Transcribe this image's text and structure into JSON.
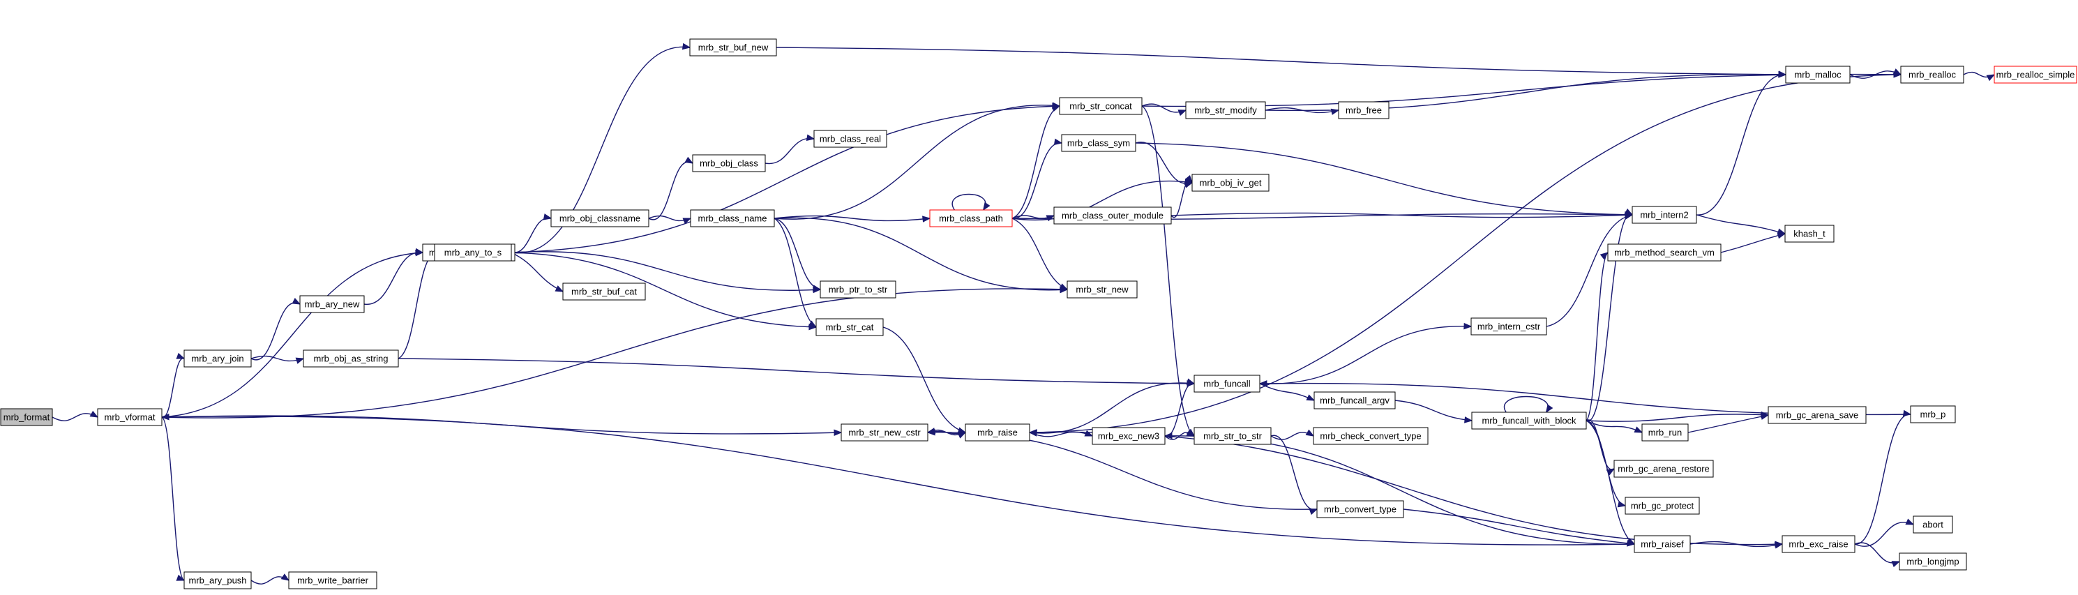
{
  "colors": {
    "edge": "#191970",
    "node_fill": "#ffffff",
    "node_border": "#000000",
    "root_fill": "#bfbfbf",
    "truncated_border": "#ff0000"
  },
  "nodes": [
    {
      "id": "mrb_format",
      "label": "mrb_format",
      "root": true
    },
    {
      "id": "mrb_vformat",
      "label": "mrb_vformat"
    },
    {
      "id": "mrb_ary_join",
      "label": "mrb_ary_join"
    },
    {
      "id": "mrb_ary_push",
      "label": "mrb_ary_push"
    },
    {
      "id": "mrb_ary_new",
      "label": "mrb_ary_new"
    },
    {
      "id": "mrb_ary_new_capa",
      "label": "mrb_ary_new_capa"
    },
    {
      "id": "mrb_obj_as_string",
      "label": "mrb_obj_as_string"
    },
    {
      "id": "mrb_write_barrier",
      "label": "mrb_write_barrier"
    },
    {
      "id": "mrb_str_buf_new",
      "label": "mrb_str_buf_new"
    },
    {
      "id": "mrb_any_to_s",
      "label": "mrb_any_to_s"
    },
    {
      "id": "mrb_obj_classname",
      "label": "mrb_obj_classname"
    },
    {
      "id": "mrb_obj_class",
      "label": "mrb_obj_class"
    },
    {
      "id": "mrb_class_real",
      "label": "mrb_class_real"
    },
    {
      "id": "mrb_class_name",
      "label": "mrb_class_name"
    },
    {
      "id": "mrb_str_buf_cat",
      "label": "mrb_str_buf_cat"
    },
    {
      "id": "mrb_ptr_to_str",
      "label": "mrb_ptr_to_str"
    },
    {
      "id": "mrb_str_cat",
      "label": "mrb_str_cat"
    },
    {
      "id": "mrb_str_new_cstr",
      "label": "mrb_str_new_cstr"
    },
    {
      "id": "mrb_raise",
      "label": "mrb_raise"
    },
    {
      "id": "mrb_str_concat",
      "label": "mrb_str_concat"
    },
    {
      "id": "mrb_class_path",
      "label": "mrb_class_path",
      "truncated": true
    },
    {
      "id": "mrb_class_sym",
      "label": "mrb_class_sym"
    },
    {
      "id": "mrb_class_outer_module",
      "label": "mrb_class_outer_module"
    },
    {
      "id": "mrb_str_new",
      "label": "mrb_str_new"
    },
    {
      "id": "mrb_exc_new3",
      "label": "mrb_exc_new3"
    },
    {
      "id": "mrb_str_modify",
      "label": "mrb_str_modify"
    },
    {
      "id": "mrb_free",
      "label": "mrb_free"
    },
    {
      "id": "mrb_obj_iv_get",
      "label": "mrb_obj_iv_get"
    },
    {
      "id": "mrb_funcall",
      "label": "mrb_funcall"
    },
    {
      "id": "mrb_funcall_argv",
      "label": "mrb_funcall_argv"
    },
    {
      "id": "mrb_str_to_str",
      "label": "mrb_str_to_str"
    },
    {
      "id": "mrb_convert_type",
      "label": "mrb_convert_type"
    },
    {
      "id": "mrb_check_convert_type",
      "label": "mrb_check_convert_type"
    },
    {
      "id": "mrb_intern_cstr",
      "label": "mrb_intern_cstr"
    },
    {
      "id": "mrb_intern2",
      "label": "mrb_intern2"
    },
    {
      "id": "mrb_method_search_vm",
      "label": "mrb_method_search_vm"
    },
    {
      "id": "mrb_funcall_with_block",
      "label": "mrb_funcall_with_block"
    },
    {
      "id": "mrb_run",
      "label": "mrb_run"
    },
    {
      "id": "mrb_gc_arena_restore",
      "label": "mrb_gc_arena_restore"
    },
    {
      "id": "mrb_gc_protect",
      "label": "mrb_gc_protect"
    },
    {
      "id": "mrb_raisef",
      "label": "mrb_raisef"
    },
    {
      "id": "mrb_malloc",
      "label": "mrb_malloc"
    },
    {
      "id": "khash_t",
      "label": "khash_t"
    },
    {
      "id": "mrb_gc_arena_save",
      "label": "mrb_gc_arena_save"
    },
    {
      "id": "mrb_exc_raise",
      "label": "mrb_exc_raise"
    },
    {
      "id": "mrb_realloc",
      "label": "mrb_realloc"
    },
    {
      "id": "mrb_p",
      "label": "mrb_p"
    },
    {
      "id": "abort",
      "label": "abort"
    },
    {
      "id": "mrb_longjmp",
      "label": "mrb_longjmp"
    },
    {
      "id": "mrb_realloc_simple",
      "label": "mrb_realloc_simple",
      "truncated": true
    }
  ],
  "edges": [
    [
      "mrb_format",
      "mrb_vformat"
    ],
    [
      "mrb_vformat",
      "mrb_ary_new_capa"
    ],
    [
      "mrb_vformat",
      "mrb_ary_join"
    ],
    [
      "mrb_vformat",
      "mrb_str_new"
    ],
    [
      "mrb_vformat",
      "mrb_str_new_cstr"
    ],
    [
      "mrb_vformat",
      "mrb_ary_push"
    ],
    [
      "mrb_ary_join",
      "mrb_ary_new"
    ],
    [
      "mrb_ary_join",
      "mrb_obj_as_string"
    ],
    [
      "mrb_ary_new",
      "mrb_ary_new_capa"
    ],
    [
      "mrb_ary_push",
      "mrb_write_barrier"
    ],
    [
      "mrb_obj_as_string",
      "mrb_any_to_s"
    ],
    [
      "mrb_obj_as_string",
      "mrb_funcall"
    ],
    [
      "mrb_any_to_s",
      "mrb_str_buf_new"
    ],
    [
      "mrb_any_to_s",
      "mrb_str_concat"
    ],
    [
      "mrb_any_to_s",
      "mrb_obj_classname"
    ],
    [
      "mrb_any_to_s",
      "mrb_str_buf_cat"
    ],
    [
      "mrb_any_to_s",
      "mrb_ptr_to_str"
    ],
    [
      "mrb_any_to_s",
      "mrb_str_cat"
    ],
    [
      "mrb_obj_classname",
      "mrb_obj_class"
    ],
    [
      "mrb_obj_classname",
      "mrb_class_name"
    ],
    [
      "mrb_obj_class",
      "mrb_class_real"
    ],
    [
      "mrb_class_name",
      "mrb_str_concat"
    ],
    [
      "mrb_class_name",
      "mrb_class_path"
    ],
    [
      "mrb_class_name",
      "mrb_ptr_to_str"
    ],
    [
      "mrb_class_name",
      "mrb_str_cat"
    ],
    [
      "mrb_class_name",
      "mrb_str_new"
    ],
    [
      "mrb_str_buf_new",
      "mrb_malloc"
    ],
    [
      "mrb_str_cat",
      "mrb_raise"
    ],
    [
      "mrb_str_new_cstr",
      "mrb_raise"
    ],
    [
      "mrb_raise",
      "mrb_str_new_cstr"
    ],
    [
      "mrb_raise",
      "mrb_exc_new3"
    ],
    [
      "mrb_raise",
      "mrb_exc_raise"
    ],
    [
      "mrb_exc_new3",
      "mrb_funcall"
    ],
    [
      "mrb_exc_new3",
      "mrb_str_to_str"
    ],
    [
      "mrb_str_concat",
      "mrb_str_modify"
    ],
    [
      "mrb_str_concat",
      "mrb_realloc"
    ],
    [
      "mrb_str_concat",
      "mrb_str_to_str"
    ],
    [
      "mrb_str_modify",
      "mrb_free"
    ],
    [
      "mrb_str_modify",
      "mrb_malloc"
    ],
    [
      "mrb_class_path",
      "mrb_class_path"
    ],
    [
      "mrb_class_path",
      "mrb_str_concat"
    ],
    [
      "mrb_class_path",
      "mrb_class_sym"
    ],
    [
      "mrb_class_path",
      "mrb_obj_iv_get"
    ],
    [
      "mrb_class_path",
      "mrb_class_outer_module"
    ],
    [
      "mrb_class_path",
      "mrb_intern2"
    ],
    [
      "mrb_class_path",
      "mrb_str_new"
    ],
    [
      "mrb_class_sym",
      "mrb_obj_iv_get"
    ],
    [
      "mrb_class_sym",
      "mrb_intern2"
    ],
    [
      "mrb_class_outer_module",
      "mrb_obj_iv_get"
    ],
    [
      "mrb_class_outer_module",
      "mrb_intern2"
    ],
    [
      "mrb_funcall",
      "mrb_intern_cstr"
    ],
    [
      "mrb_funcall",
      "mrb_funcall_argv"
    ],
    [
      "mrb_funcall",
      "mrb_raise"
    ],
    [
      "mrb_funcall_argv",
      "mrb_funcall_with_block"
    ],
    [
      "mrb_str_to_str",
      "mrb_check_convert_type"
    ],
    [
      "mrb_str_to_str",
      "mrb_convert_type"
    ],
    [
      "mrb_convert_type",
      "mrb_str_new_cstr"
    ],
    [
      "mrb_convert_type",
      "mrb_raisef"
    ],
    [
      "mrb_intern_cstr",
      "mrb_intern2"
    ],
    [
      "mrb_intern2",
      "mrb_malloc"
    ],
    [
      "mrb_intern2",
      "khash_t"
    ],
    [
      "mrb_method_search_vm",
      "khash_t"
    ],
    [
      "mrb_funcall_with_block",
      "mrb_funcall_with_block"
    ],
    [
      "mrb_funcall_with_block",
      "mrb_intern2"
    ],
    [
      "mrb_funcall_with_block",
      "mrb_method_search_vm"
    ],
    [
      "mrb_funcall_with_block",
      "mrb_gc_arena_save"
    ],
    [
      "mrb_funcall_with_block",
      "mrb_run"
    ],
    [
      "mrb_funcall_with_block",
      "mrb_gc_arena_restore"
    ],
    [
      "mrb_funcall_with_block",
      "mrb_gc_protect"
    ],
    [
      "mrb_funcall_with_block",
      "mrb_raisef"
    ],
    [
      "mrb_run",
      "mrb_gc_arena_save"
    ],
    [
      "mrb_raisef",
      "mrb_exc_new3"
    ],
    [
      "mrb_raisef",
      "mrb_vformat"
    ],
    [
      "mrb_raisef",
      "mrb_exc_raise"
    ],
    [
      "mrb_exc_raise",
      "mrb_p"
    ],
    [
      "mrb_exc_raise",
      "abort"
    ],
    [
      "mrb_exc_raise",
      "mrb_longjmp"
    ],
    [
      "mrb_p",
      "mrb_funcall"
    ],
    [
      "mrb_malloc",
      "mrb_realloc"
    ],
    [
      "mrb_realloc",
      "mrb_realloc_simple"
    ],
    [
      "mrb_realloc",
      "mrb_raise"
    ]
  ]
}
